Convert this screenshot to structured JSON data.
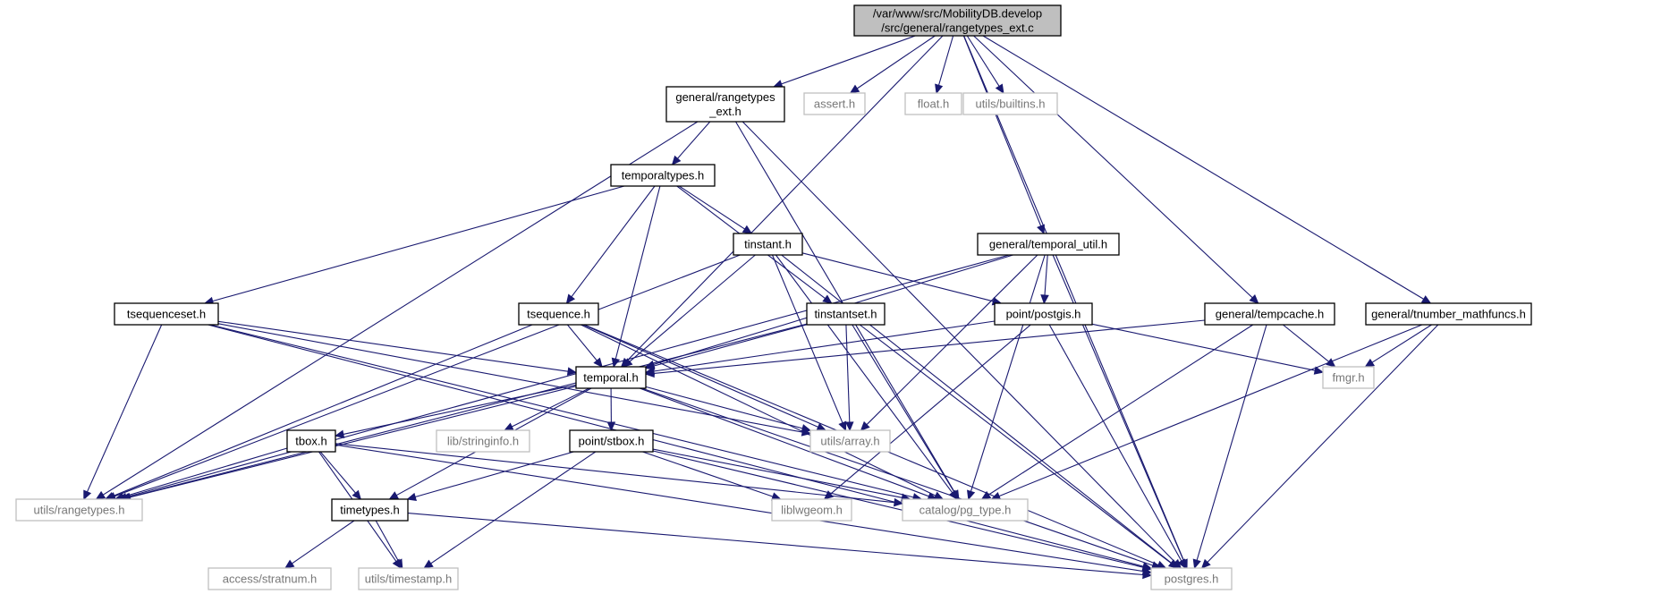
{
  "graph": {
    "colors": {
      "edge": "#191970",
      "documented_border": "#000000",
      "system_border": "#bfbfbf",
      "main_fill": "#bfbfbf"
    },
    "nodes": [
      {
        "id": "rangetypes_ext_c",
        "kind": "main",
        "lines": [
          "/var/www/src/MobilityDB.develop",
          "/src/general/rangetypes_ext.c"
        ]
      },
      {
        "id": "general_rangetypes_ext_h",
        "kind": "doc",
        "lines": [
          "general/rangetypes",
          "_ext.h"
        ]
      },
      {
        "id": "assert_h",
        "kind": "sys",
        "lines": [
          "assert.h"
        ]
      },
      {
        "id": "float_h",
        "kind": "sys",
        "lines": [
          "float.h"
        ]
      },
      {
        "id": "utils_builtins_h",
        "kind": "sys",
        "lines": [
          "utils/builtins.h"
        ]
      },
      {
        "id": "temporaltypes_h",
        "kind": "doc",
        "lines": [
          "temporaltypes.h"
        ]
      },
      {
        "id": "tinstant_h",
        "kind": "doc",
        "lines": [
          "tinstant.h"
        ]
      },
      {
        "id": "general_temporal_util_h",
        "kind": "doc",
        "lines": [
          "general/temporal_util.h"
        ]
      },
      {
        "id": "tsequenceset_h",
        "kind": "doc",
        "lines": [
          "tsequenceset.h"
        ]
      },
      {
        "id": "tsequence_h",
        "kind": "doc",
        "lines": [
          "tsequence.h"
        ]
      },
      {
        "id": "tinstantset_h",
        "kind": "doc",
        "lines": [
          "tinstantset.h"
        ]
      },
      {
        "id": "point_postgis_h",
        "kind": "doc",
        "lines": [
          "point/postgis.h"
        ]
      },
      {
        "id": "general_tempcache_h",
        "kind": "doc",
        "lines": [
          "general/tempcache.h"
        ]
      },
      {
        "id": "general_tnumber_mathfuncs_h",
        "kind": "doc",
        "lines": [
          "general/tnumber_mathfuncs.h"
        ]
      },
      {
        "id": "temporal_h",
        "kind": "doc",
        "lines": [
          "temporal.h"
        ]
      },
      {
        "id": "fmgr_h",
        "kind": "sys",
        "lines": [
          "fmgr.h"
        ]
      },
      {
        "id": "utils_array_h",
        "kind": "sys",
        "lines": [
          "utils/array.h"
        ]
      },
      {
        "id": "lib_stringinfo_h",
        "kind": "sys",
        "lines": [
          "lib/stringinfo.h"
        ]
      },
      {
        "id": "point_stbox_h",
        "kind": "doc",
        "lines": [
          "point/stbox.h"
        ]
      },
      {
        "id": "tbox_h",
        "kind": "doc",
        "lines": [
          "tbox.h"
        ]
      },
      {
        "id": "utils_rangetypes_h",
        "kind": "sys",
        "lines": [
          "utils/rangetypes.h"
        ]
      },
      {
        "id": "timetypes_h",
        "kind": "doc",
        "lines": [
          "timetypes.h"
        ]
      },
      {
        "id": "liblwgeom_h",
        "kind": "sys",
        "lines": [
          "liblwgeom.h"
        ]
      },
      {
        "id": "catalog_pg_type_h",
        "kind": "sys",
        "lines": [
          "catalog/pg_type.h"
        ]
      },
      {
        "id": "access_stratnum_h",
        "kind": "sys",
        "lines": [
          "access/stratnum.h"
        ]
      },
      {
        "id": "utils_timestamp_h",
        "kind": "sys",
        "lines": [
          "utils/timestamp.h"
        ]
      },
      {
        "id": "postgres_h",
        "kind": "sys",
        "lines": [
          "postgres.h"
        ]
      }
    ],
    "edges": [
      [
        "rangetypes_ext_c",
        "general_rangetypes_ext_h"
      ],
      [
        "rangetypes_ext_c",
        "assert_h"
      ],
      [
        "rangetypes_ext_c",
        "float_h"
      ],
      [
        "rangetypes_ext_c",
        "utils_builtins_h"
      ],
      [
        "rangetypes_ext_c",
        "temporal_h"
      ],
      [
        "rangetypes_ext_c",
        "general_temporal_util_h"
      ],
      [
        "rangetypes_ext_c",
        "general_tempcache_h"
      ],
      [
        "rangetypes_ext_c",
        "general_tnumber_mathfuncs_h"
      ],
      [
        "rangetypes_ext_c",
        "postgres_h"
      ],
      [
        "general_rangetypes_ext_h",
        "temporaltypes_h"
      ],
      [
        "general_rangetypes_ext_h",
        "utils_rangetypes_h"
      ],
      [
        "general_rangetypes_ext_h",
        "catalog_pg_type_h"
      ],
      [
        "general_rangetypes_ext_h",
        "postgres_h"
      ],
      [
        "temporaltypes_h",
        "tinstant_h"
      ],
      [
        "temporaltypes_h",
        "tsequenceset_h"
      ],
      [
        "temporaltypes_h",
        "tsequence_h"
      ],
      [
        "temporaltypes_h",
        "tinstantset_h"
      ],
      [
        "temporaltypes_h",
        "temporal_h"
      ],
      [
        "tinstant_h",
        "temporal_h"
      ],
      [
        "tinstant_h",
        "utils_array_h"
      ],
      [
        "tinstant_h",
        "point_postgis_h"
      ],
      [
        "tinstant_h",
        "catalog_pg_type_h"
      ],
      [
        "tinstant_h",
        "utils_rangetypes_h"
      ],
      [
        "tinstant_h",
        "postgres_h"
      ],
      [
        "general_temporal_util_h",
        "temporal_h"
      ],
      [
        "general_temporal_util_h",
        "point_postgis_h"
      ],
      [
        "general_temporal_util_h",
        "utils_array_h"
      ],
      [
        "general_temporal_util_h",
        "catalog_pg_type_h"
      ],
      [
        "general_temporal_util_h",
        "utils_rangetypes_h"
      ],
      [
        "general_temporal_util_h",
        "postgres_h"
      ],
      [
        "tsequenceset_h",
        "temporal_h"
      ],
      [
        "tsequenceset_h",
        "utils_rangetypes_h"
      ],
      [
        "tsequenceset_h",
        "utils_array_h"
      ],
      [
        "tsequenceset_h",
        "catalog_pg_type_h"
      ],
      [
        "tsequenceset_h",
        "postgres_h"
      ],
      [
        "tsequence_h",
        "temporal_h"
      ],
      [
        "tsequence_h",
        "utils_rangetypes_h"
      ],
      [
        "tsequence_h",
        "utils_array_h"
      ],
      [
        "tsequence_h",
        "catalog_pg_type_h"
      ],
      [
        "tsequence_h",
        "postgres_h"
      ],
      [
        "tinstantset_h",
        "temporal_h"
      ],
      [
        "tinstantset_h",
        "utils_array_h"
      ],
      [
        "tinstantset_h",
        "utils_rangetypes_h"
      ],
      [
        "tinstantset_h",
        "catalog_pg_type_h"
      ],
      [
        "tinstantset_h",
        "postgres_h"
      ],
      [
        "point_postgis_h",
        "temporal_h"
      ],
      [
        "point_postgis_h",
        "fmgr_h"
      ],
      [
        "point_postgis_h",
        "liblwgeom_h"
      ],
      [
        "point_postgis_h",
        "postgres_h"
      ],
      [
        "general_tempcache_h",
        "temporal_h"
      ],
      [
        "general_tempcache_h",
        "fmgr_h"
      ],
      [
        "general_tempcache_h",
        "catalog_pg_type_h"
      ],
      [
        "general_tempcache_h",
        "postgres_h"
      ],
      [
        "general_tnumber_mathfuncs_h",
        "fmgr_h"
      ],
      [
        "general_tnumber_mathfuncs_h",
        "catalog_pg_type_h"
      ],
      [
        "general_tnumber_mathfuncs_h",
        "postgres_h"
      ],
      [
        "temporal_h",
        "utils_array_h"
      ],
      [
        "temporal_h",
        "lib_stringinfo_h"
      ],
      [
        "temporal_h",
        "point_stbox_h"
      ],
      [
        "temporal_h",
        "tbox_h"
      ],
      [
        "temporal_h",
        "utils_rangetypes_h"
      ],
      [
        "temporal_h",
        "timetypes_h"
      ],
      [
        "temporal_h",
        "catalog_pg_type_h"
      ],
      [
        "temporal_h",
        "postgres_h"
      ],
      [
        "point_stbox_h",
        "timetypes_h"
      ],
      [
        "point_stbox_h",
        "liblwgeom_h"
      ],
      [
        "point_stbox_h",
        "catalog_pg_type_h"
      ],
      [
        "point_stbox_h",
        "utils_timestamp_h"
      ],
      [
        "point_stbox_h",
        "postgres_h"
      ],
      [
        "tbox_h",
        "utils_rangetypes_h"
      ],
      [
        "tbox_h",
        "timetypes_h"
      ],
      [
        "tbox_h",
        "catalog_pg_type_h"
      ],
      [
        "tbox_h",
        "utils_timestamp_h"
      ],
      [
        "tbox_h",
        "postgres_h"
      ],
      [
        "timetypes_h",
        "access_stratnum_h"
      ],
      [
        "timetypes_h",
        "utils_timestamp_h"
      ],
      [
        "timetypes_h",
        "postgres_h"
      ]
    ]
  }
}
